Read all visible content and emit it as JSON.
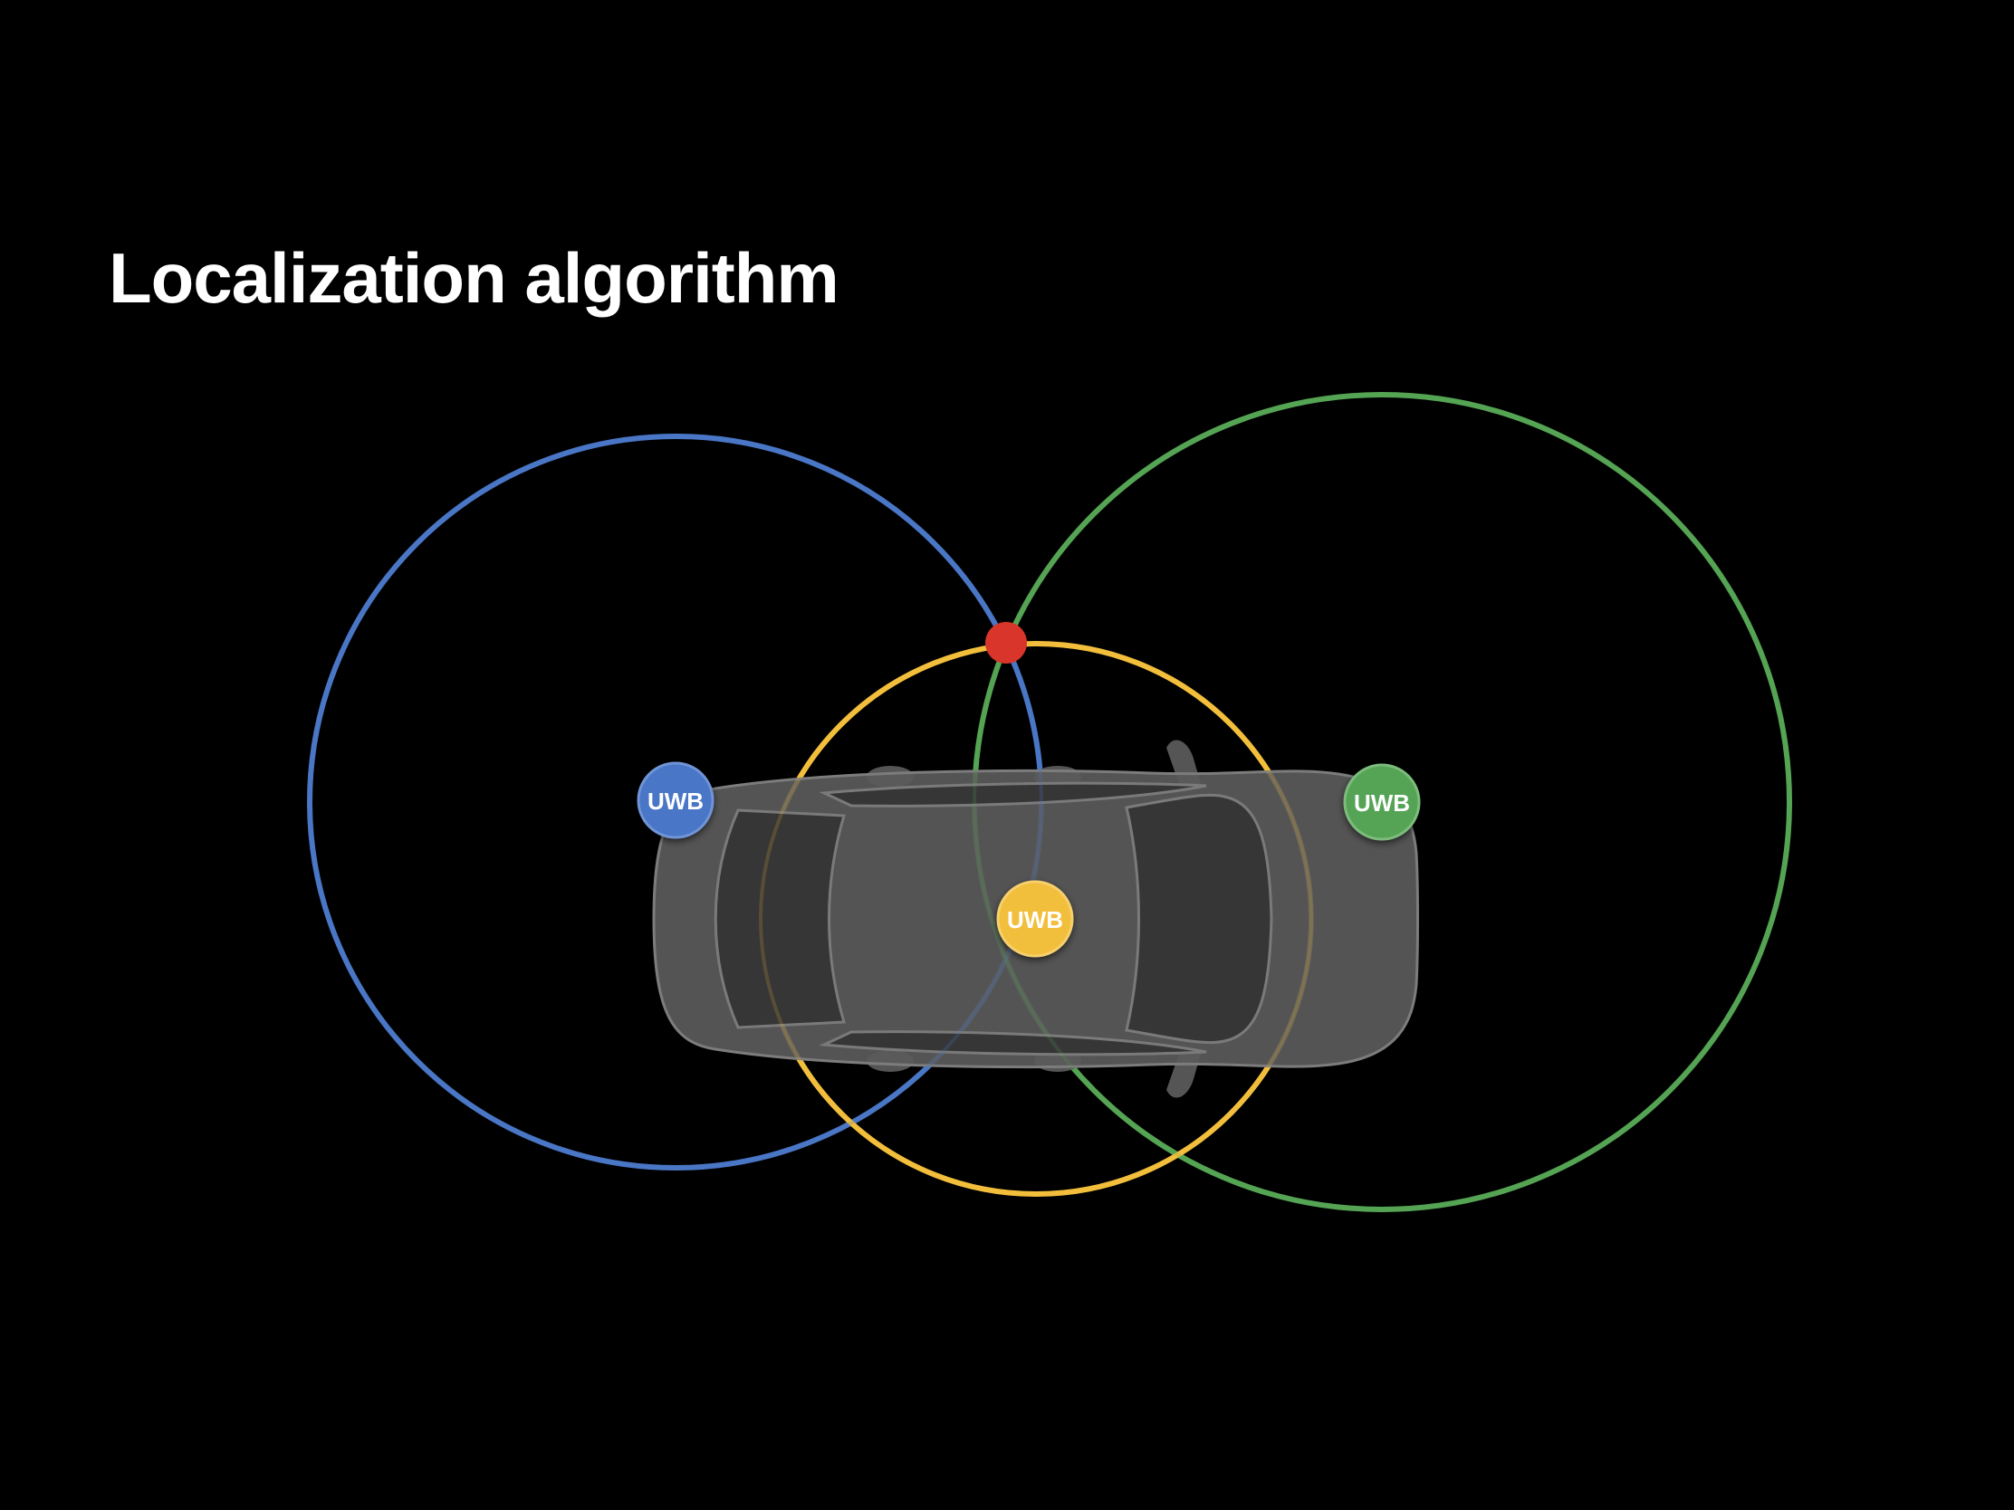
{
  "slide": {
    "title": "Localization algorithm"
  },
  "colors": {
    "background": "#000000",
    "anchor_blue": "#4a76c6",
    "anchor_yellow": "#f2bf3c",
    "anchor_green": "#55a455",
    "estimated_position": "#d9352a",
    "car_body": "#5a5a5a"
  },
  "anchors": [
    {
      "id": "blue",
      "label": "UWB"
    },
    {
      "id": "yellow",
      "label": "UWB"
    },
    {
      "id": "green",
      "label": "UWB"
    }
  ]
}
